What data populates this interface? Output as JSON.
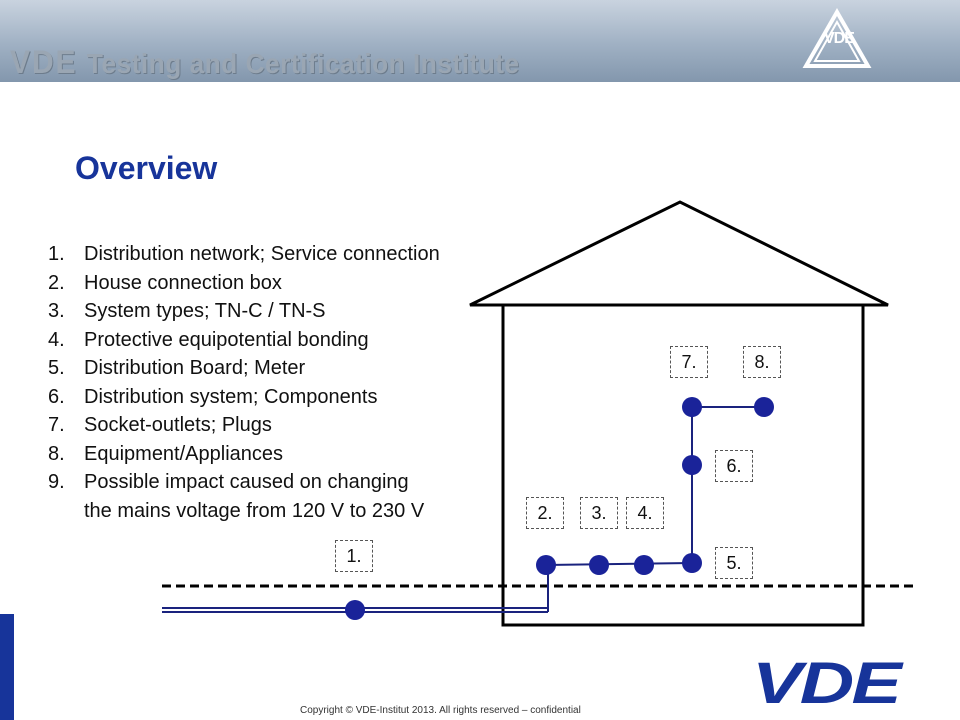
{
  "header": {
    "brand": "VDE",
    "title": "Testing and Certification Institute",
    "mark_text": "VDE"
  },
  "slide": {
    "title": "Overview",
    "items": [
      {
        "num": "1.",
        "text": "Distribution network; Service connection"
      },
      {
        "num": "2.",
        "text": "House connection box"
      },
      {
        "num": "3.",
        "text": "System types; TN-C / TN-S"
      },
      {
        "num": "4.",
        "text": "Protective equipotential bonding"
      },
      {
        "num": "5.",
        "text": "Distribution Board; Meter"
      },
      {
        "num": "6.",
        "text": "Distribution system; Components"
      },
      {
        "num": "7.",
        "text": "Socket-outlets; Plugs"
      },
      {
        "num": "8.",
        "text": "Equipment/Appliances"
      },
      {
        "num": "9.",
        "text": "Possible impact caused on changing"
      },
      {
        "num": "",
        "text": "the mains voltage from 120 V to 230 V"
      }
    ]
  },
  "diagram": {
    "tags": [
      "1.",
      "2.",
      "3.",
      "4.",
      "5.",
      "6.",
      "7.",
      "8."
    ]
  },
  "footer": {
    "logo": "VDE",
    "copyright": "Copyright © VDE-Institut 2013. All rights reserved – confidential"
  },
  "colors": {
    "accent": "#17349a",
    "line": "#1a237e",
    "node": "#1a2399"
  }
}
